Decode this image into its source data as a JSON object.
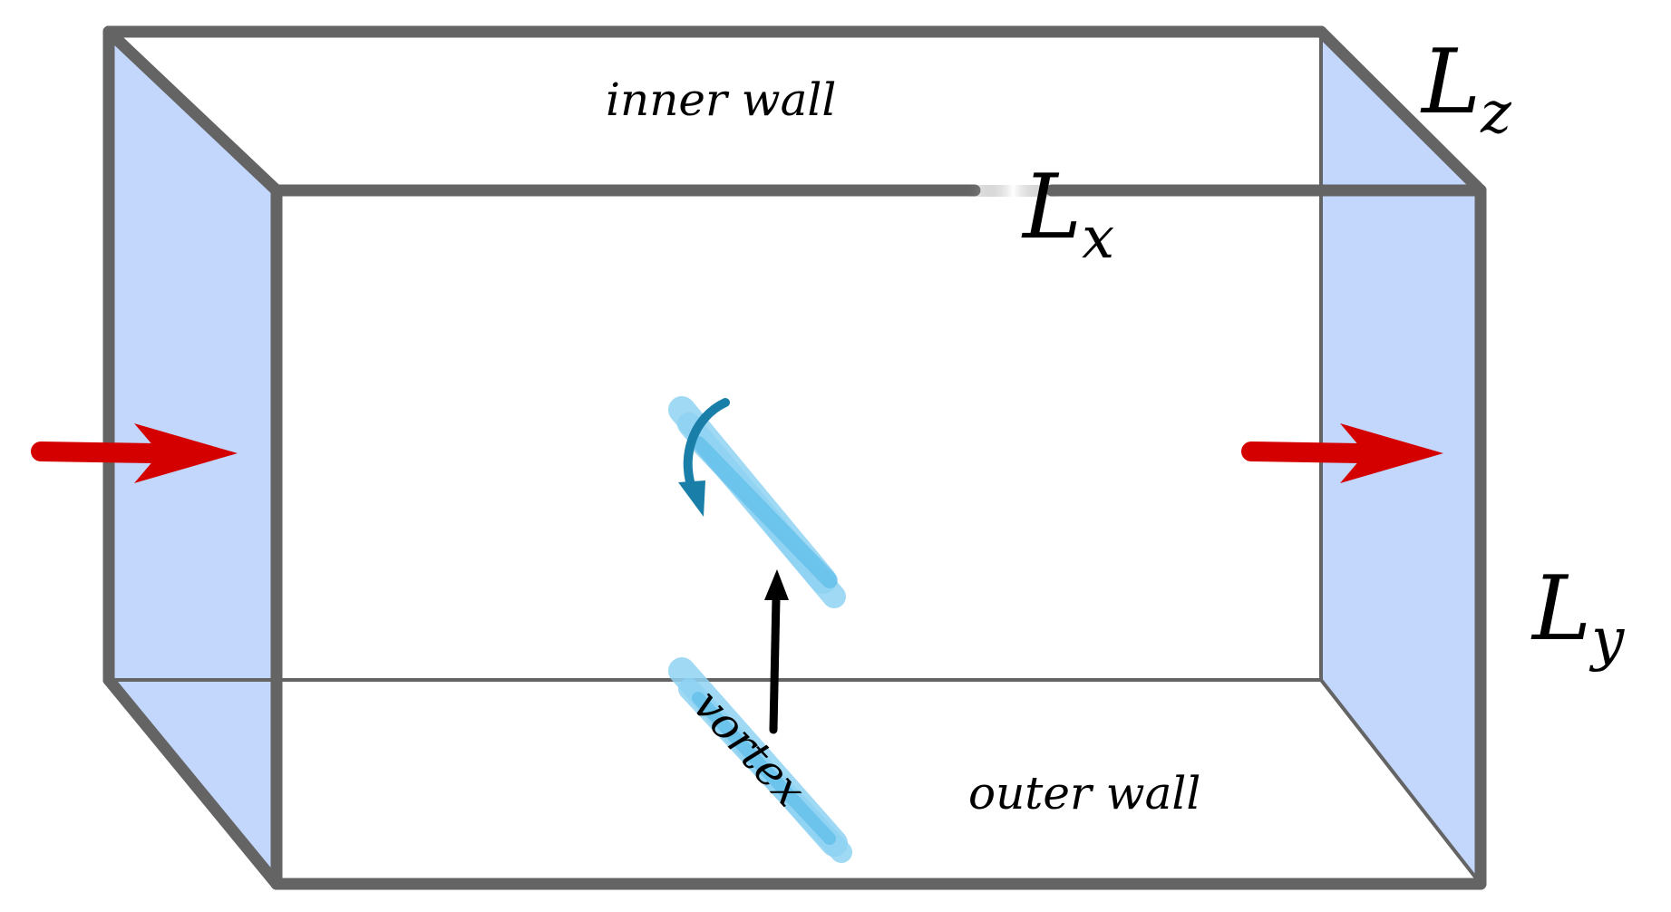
{
  "labels": {
    "inner_wall": "inner wall",
    "outer_wall": "outer wall",
    "vortex": "vortex",
    "Lx_main": "L",
    "Lx_sub": "x",
    "Ly_main": "L",
    "Ly_sub": "y",
    "Lz_main": "L",
    "Lz_sub": "z"
  },
  "colors": {
    "box_edge": "#646464",
    "periodic_face": "#c3d6fb",
    "flow_arrow": "#d40000",
    "vortex_light": "#8fd3f3",
    "vortex_mid": "#4fb8e8",
    "rotation_arrow": "#1a7fa8",
    "motion_arrow": "#000000"
  },
  "icons": {
    "inflow": "inflow-arrow-icon",
    "outflow": "outflow-arrow-icon",
    "rotation": "rotation-arrow-icon",
    "motion": "upward-arrow-icon"
  }
}
